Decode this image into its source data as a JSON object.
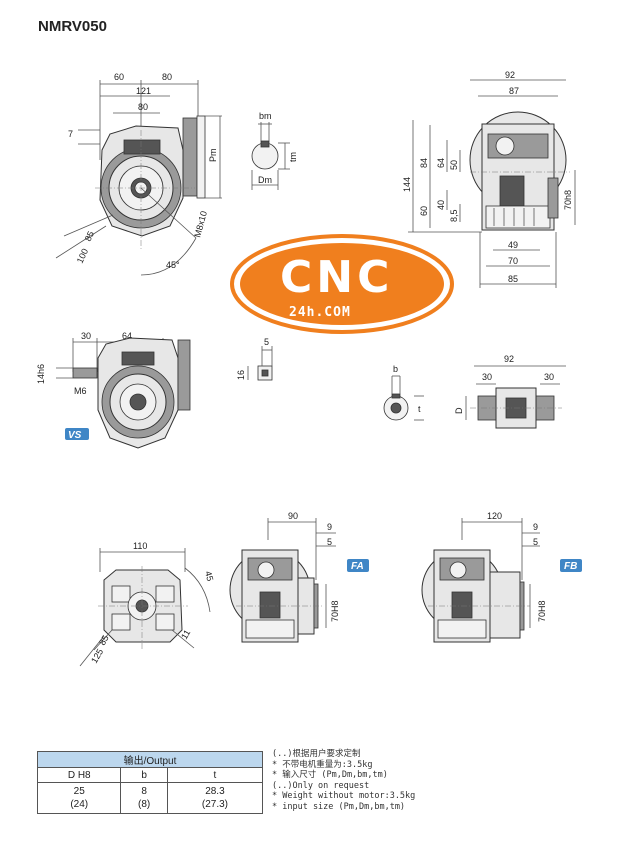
{
  "title": "NMRV050",
  "logo": {
    "main": "CNC",
    "sub": "24h.COM",
    "color": "#f07f1e"
  },
  "badges": {
    "vs": "VS",
    "fa": "FA",
    "fb": "FB",
    "color": "#3f86c6"
  },
  "views": {
    "front": {
      "d60": "60",
      "d80top": "80",
      "d121": "121",
      "d80": "80",
      "d7": "7",
      "pm": "Pm",
      "d85": "85",
      "d100": "100",
      "d45": "45°",
      "m8": "M8x10"
    },
    "keyway": {
      "bm": "bm",
      "tm": "tm",
      "dm": "Dm"
    },
    "side": {
      "d92": "92",
      "d87": "87",
      "d144": "144",
      "d84": "84",
      "d64": "64",
      "d50": "50",
      "d40": "40",
      "d60": "60",
      "d85s": "8,5",
      "d70h8": "70h8",
      "d49": "49",
      "d70": "70",
      "d85": "85"
    },
    "vs": {
      "d30": "30",
      "d64": "64",
      "d146": "14h6",
      "m6": "M6",
      "d5": "5",
      "d16": "16"
    },
    "hollow": {
      "b": "b",
      "t": "t",
      "d": "D",
      "d92": "92",
      "d30a": "30",
      "d30b": "30"
    },
    "flange": {
      "d110": "110",
      "d45": "45",
      "d85": "85",
      "d125": "125",
      "d11": "11"
    },
    "fa": {
      "d90": "90",
      "d9": "9",
      "d5": "5",
      "d70h8": "70H8"
    },
    "fb": {
      "d120": "120",
      "d9": "9",
      "d5": "5",
      "d70h8": "70H8"
    }
  },
  "table": {
    "header": "输出/Output",
    "columns": [
      "D H8",
      "b",
      "t"
    ],
    "rows": [
      [
        "25",
        "8",
        "28.3"
      ],
      [
        "(24)",
        "(8)",
        "(27.3)"
      ]
    ]
  },
  "notes": [
    "(..)根据用户要求定制",
    "* 不带电机重量为:3.5kg",
    "* 输入尺寸 (Pm,Dm,bm,tm)",
    "(..)Only on request",
    "* Weight without motor:3.5kg",
    "* input size (Pm,Dm,bm,tm)"
  ]
}
